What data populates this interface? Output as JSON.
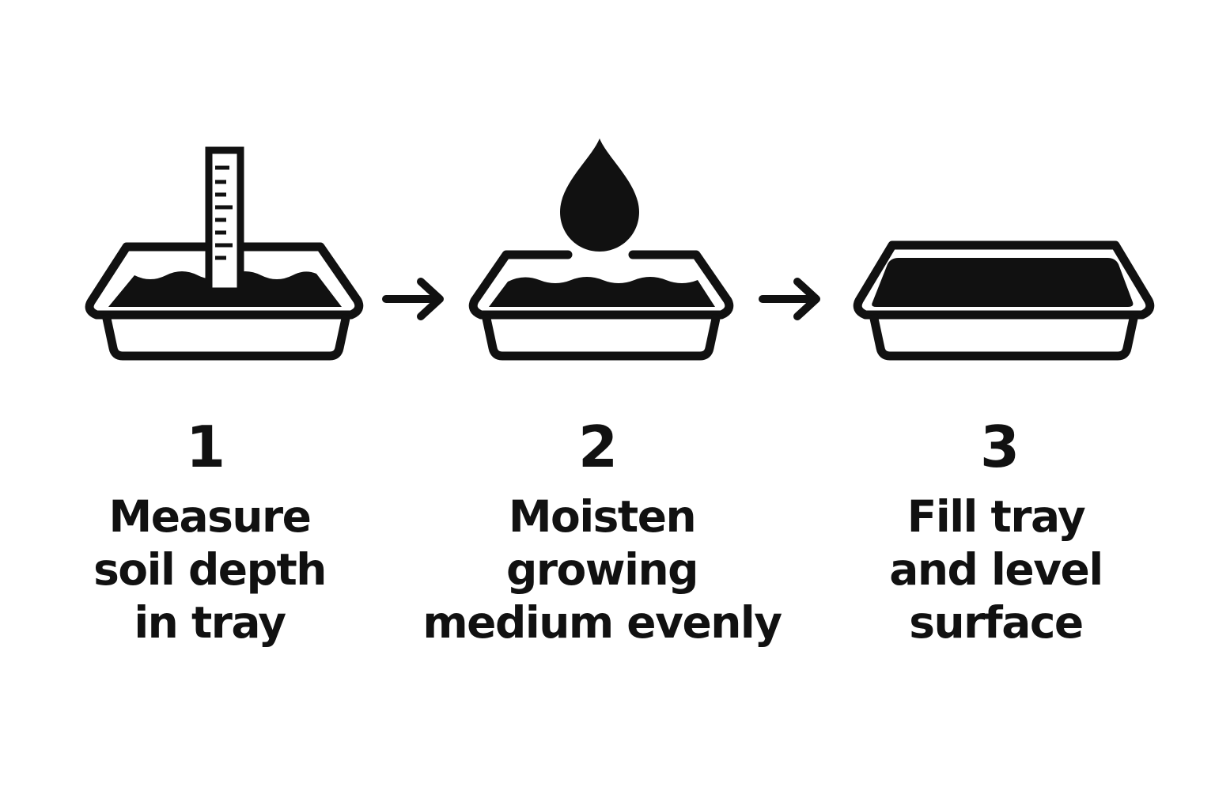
{
  "colors": {
    "ink": "#111111",
    "background": "#ffffff"
  },
  "steps": [
    {
      "number": "1",
      "icon": "ruler-in-tray-icon",
      "label_lines": [
        "Measure",
        "soil depth",
        "in tray"
      ]
    },
    {
      "number": "2",
      "icon": "water-drop-over-tray-icon",
      "label_lines": [
        "Moisten",
        "growing",
        "medium evenly"
      ]
    },
    {
      "number": "3",
      "icon": "filled-level-tray-icon",
      "label_lines": [
        "Fill tray",
        "and level",
        "surface"
      ]
    }
  ],
  "connectors": [
    {
      "icon": "arrow-right-icon"
    },
    {
      "icon": "arrow-right-icon"
    }
  ]
}
